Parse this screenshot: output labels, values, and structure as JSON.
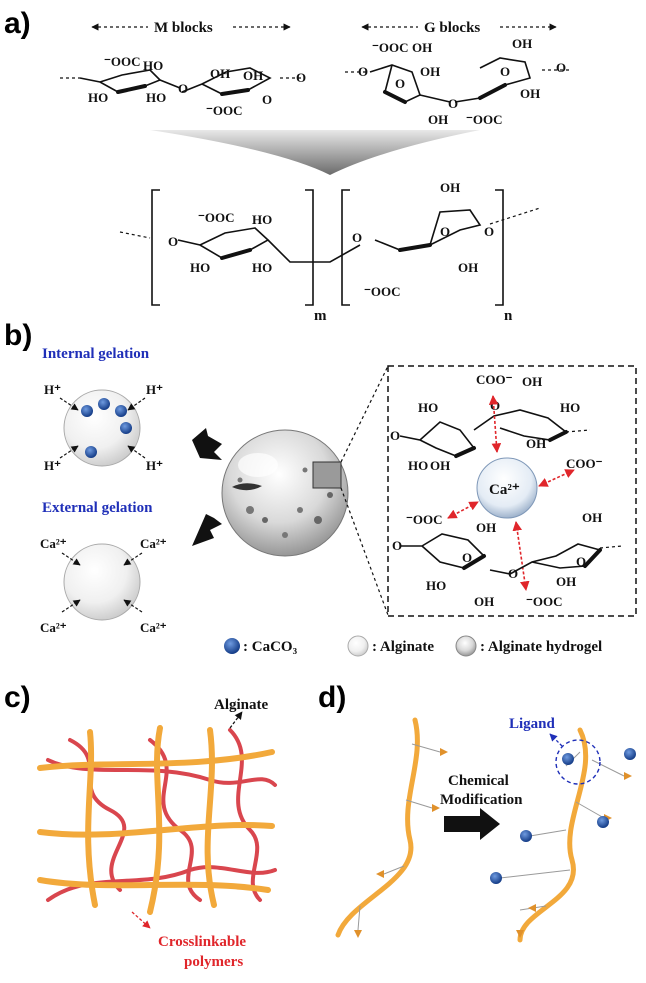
{
  "panels": {
    "a": "a)",
    "b": "b)",
    "c": "c)",
    "d": "d)"
  },
  "panel_a": {
    "m_blocks": "M blocks",
    "g_blocks": "G blocks",
    "m_sub": "m",
    "n_sub": "n",
    "labels": {
      "ooc": "⁻OOC",
      "coo": "COO⁻",
      "ho": "HO",
      "oh": "OH",
      "o": "O"
    }
  },
  "panel_b": {
    "internal": "Internal gelation",
    "external": "External gelation",
    "h_plus": "H⁺",
    "ca2": "Ca²⁺",
    "ca_center": "Ca²⁺",
    "legend": {
      "caco3": ": CaCO₃",
      "alginate": ": Alginate",
      "hydrogel": ": Alginate hydrogel"
    }
  },
  "panel_c": {
    "alginate": "Alginate",
    "crosslink1": "Crosslinkable",
    "crosslink2": "polymers"
  },
  "panel_d": {
    "ligand": "Ligand",
    "chem1": "Chemical",
    "chem2": "Modification"
  },
  "colors": {
    "blue_label": "#1f2fb8",
    "red_label": "#e0262b",
    "alginate_fiber": "#f2a93b",
    "polymer": "#d9464e",
    "bead_blue": "#1d4fa8"
  }
}
